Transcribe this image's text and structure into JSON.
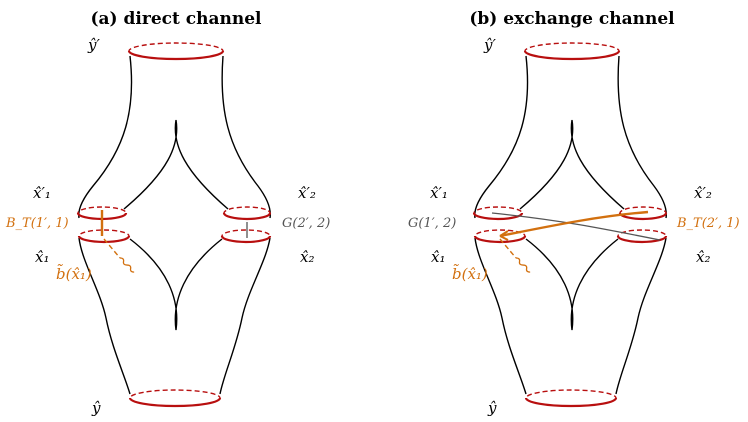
{
  "panels": {
    "a": {
      "title": "(a) direct channel",
      "y_prime": "ŷ′",
      "y": "ŷ",
      "x1_prime": "x̂′₁",
      "x1": "x̂₁",
      "x2_prime": "x̂′₂",
      "x2": "x̂₂",
      "bt_label": "B_T(1′, 1)",
      "g_label": "G(2′, 2)",
      "b_tilde": "b̃(x̂₁)"
    },
    "b": {
      "title": "(b) exchange channel",
      "y_prime": "ŷ′",
      "y": "ŷ",
      "x1_prime": "x̂′₁",
      "x1": "x̂₁",
      "x2_prime": "x̂′₂",
      "x2": "x̂₂",
      "bt_label": "B_T(2′, 1)",
      "g_label": "G(1′, 2)",
      "b_tilde": "b̃(x̂₁)"
    }
  },
  "colors": {
    "ring": "#b80f0f",
    "bulk_to_boundary": "#d2700f",
    "propagator": "#555555",
    "outline": "#000000"
  }
}
